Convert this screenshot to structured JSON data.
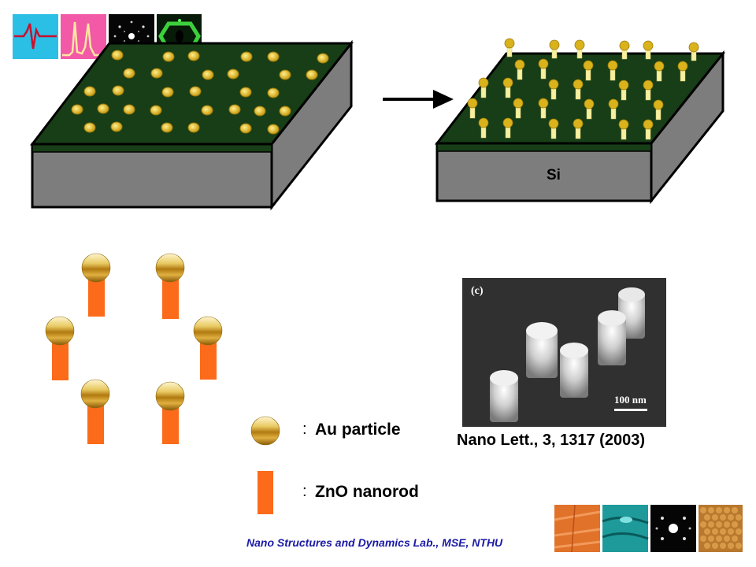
{
  "substrate": {
    "label": "Si"
  },
  "legend": {
    "separator": ":",
    "items": [
      {
        "label": "Au particle",
        "icon": "au-particle-icon"
      },
      {
        "label": "ZnO nanorod",
        "icon": "zno-nanorod-icon"
      }
    ]
  },
  "sem_image": {
    "panel_label": "(c)",
    "scale_bar_label": "100 nm"
  },
  "citation": "Nano Lett., 3, 1317 (2003)",
  "footer": "Nano Structures and Dynamics Lab., MSE, NTHU",
  "colors": {
    "substrate_top": "#173e17",
    "substrate_side": "#7d7d7d",
    "gold": "#d9b21c",
    "zno_rod": "#fb6b1a",
    "rod_pale": "#f7f0a0",
    "arrow": "#000000",
    "footer_text": "#1a1aa6"
  }
}
